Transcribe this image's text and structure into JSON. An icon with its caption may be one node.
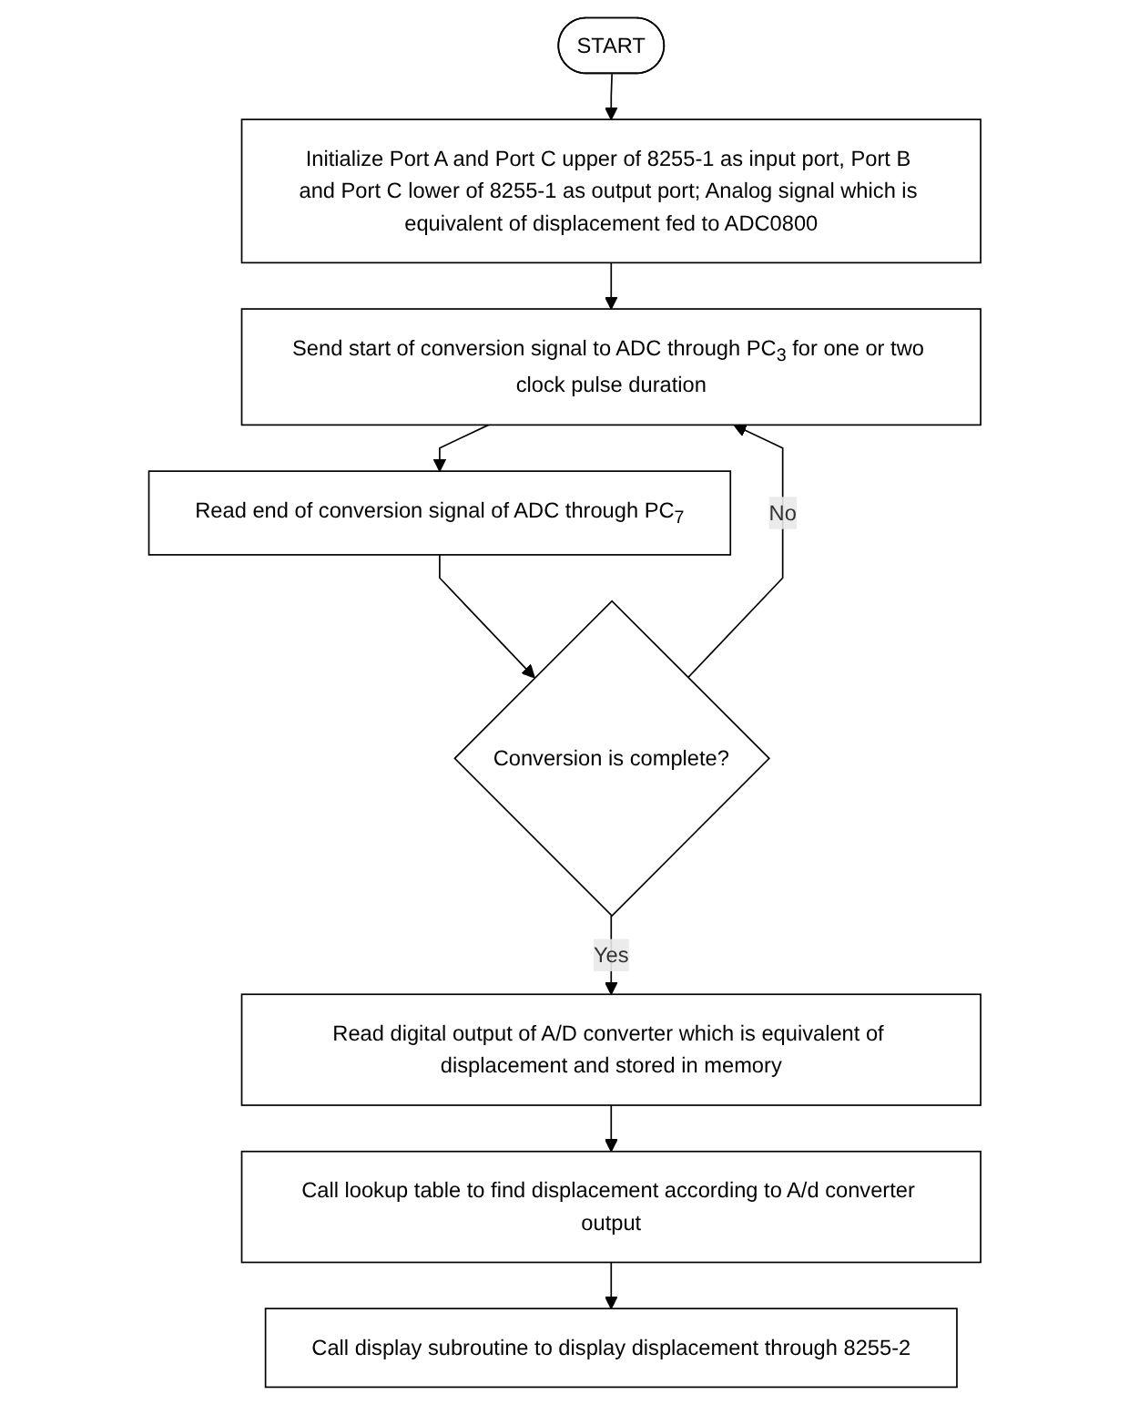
{
  "diagram": {
    "nodes": [
      {
        "text": [
          "START"
        ]
      },
      {
        "text": [
          "Initialize Port A and Port C upper of 8255-1 as input port, Port B and Port C lower of 8255-1 as output port; Analog signal which is equivalent of displacement fed to ADC0800"
        ]
      },
      {
        "text": [
          "Send start of conversion signal to ADC through PC$_{3}$ for one or two clock pulse duration"
        ]
      },
      {
        "text": [
          "Read end of conversion signal of ADC through PC$_{7}$"
        ]
      },
      {
        "text": [
          "Conversion is complete?"
        ]
      },
      {
        "text": [
          "Read digital output of A/D converter which is equivalent of displacement and stored in memory"
        ]
      },
      {
        "text": [
          "Call lookup table to find displacement according to A/d converter output"
        ]
      },
      {
        "text": [
          "Call display subroutine to display displacement through 8255-2"
        ]
      }
    ],
    "edges": [
      {
        "from": 0,
        "to": 1,
        "arrow": "to"
      },
      {
        "from": 1,
        "to": 2,
        "arrow": "to"
      },
      {
        "from": 2,
        "to": 3,
        "arrow": "to"
      },
      {
        "from": 3,
        "to": 4,
        "arrow": "to"
      },
      {
        "from": 4,
        "to": 2,
        "arrow": "to",
        "label": "No"
      },
      {
        "from": 4,
        "to": 5,
        "arrow": "to",
        "label": "Yes"
      },
      {
        "from": 5,
        "to": 6,
        "arrow": "to"
      },
      {
        "from": 6,
        "to": 7,
        "arrow": "to"
      }
    ]
  }
}
